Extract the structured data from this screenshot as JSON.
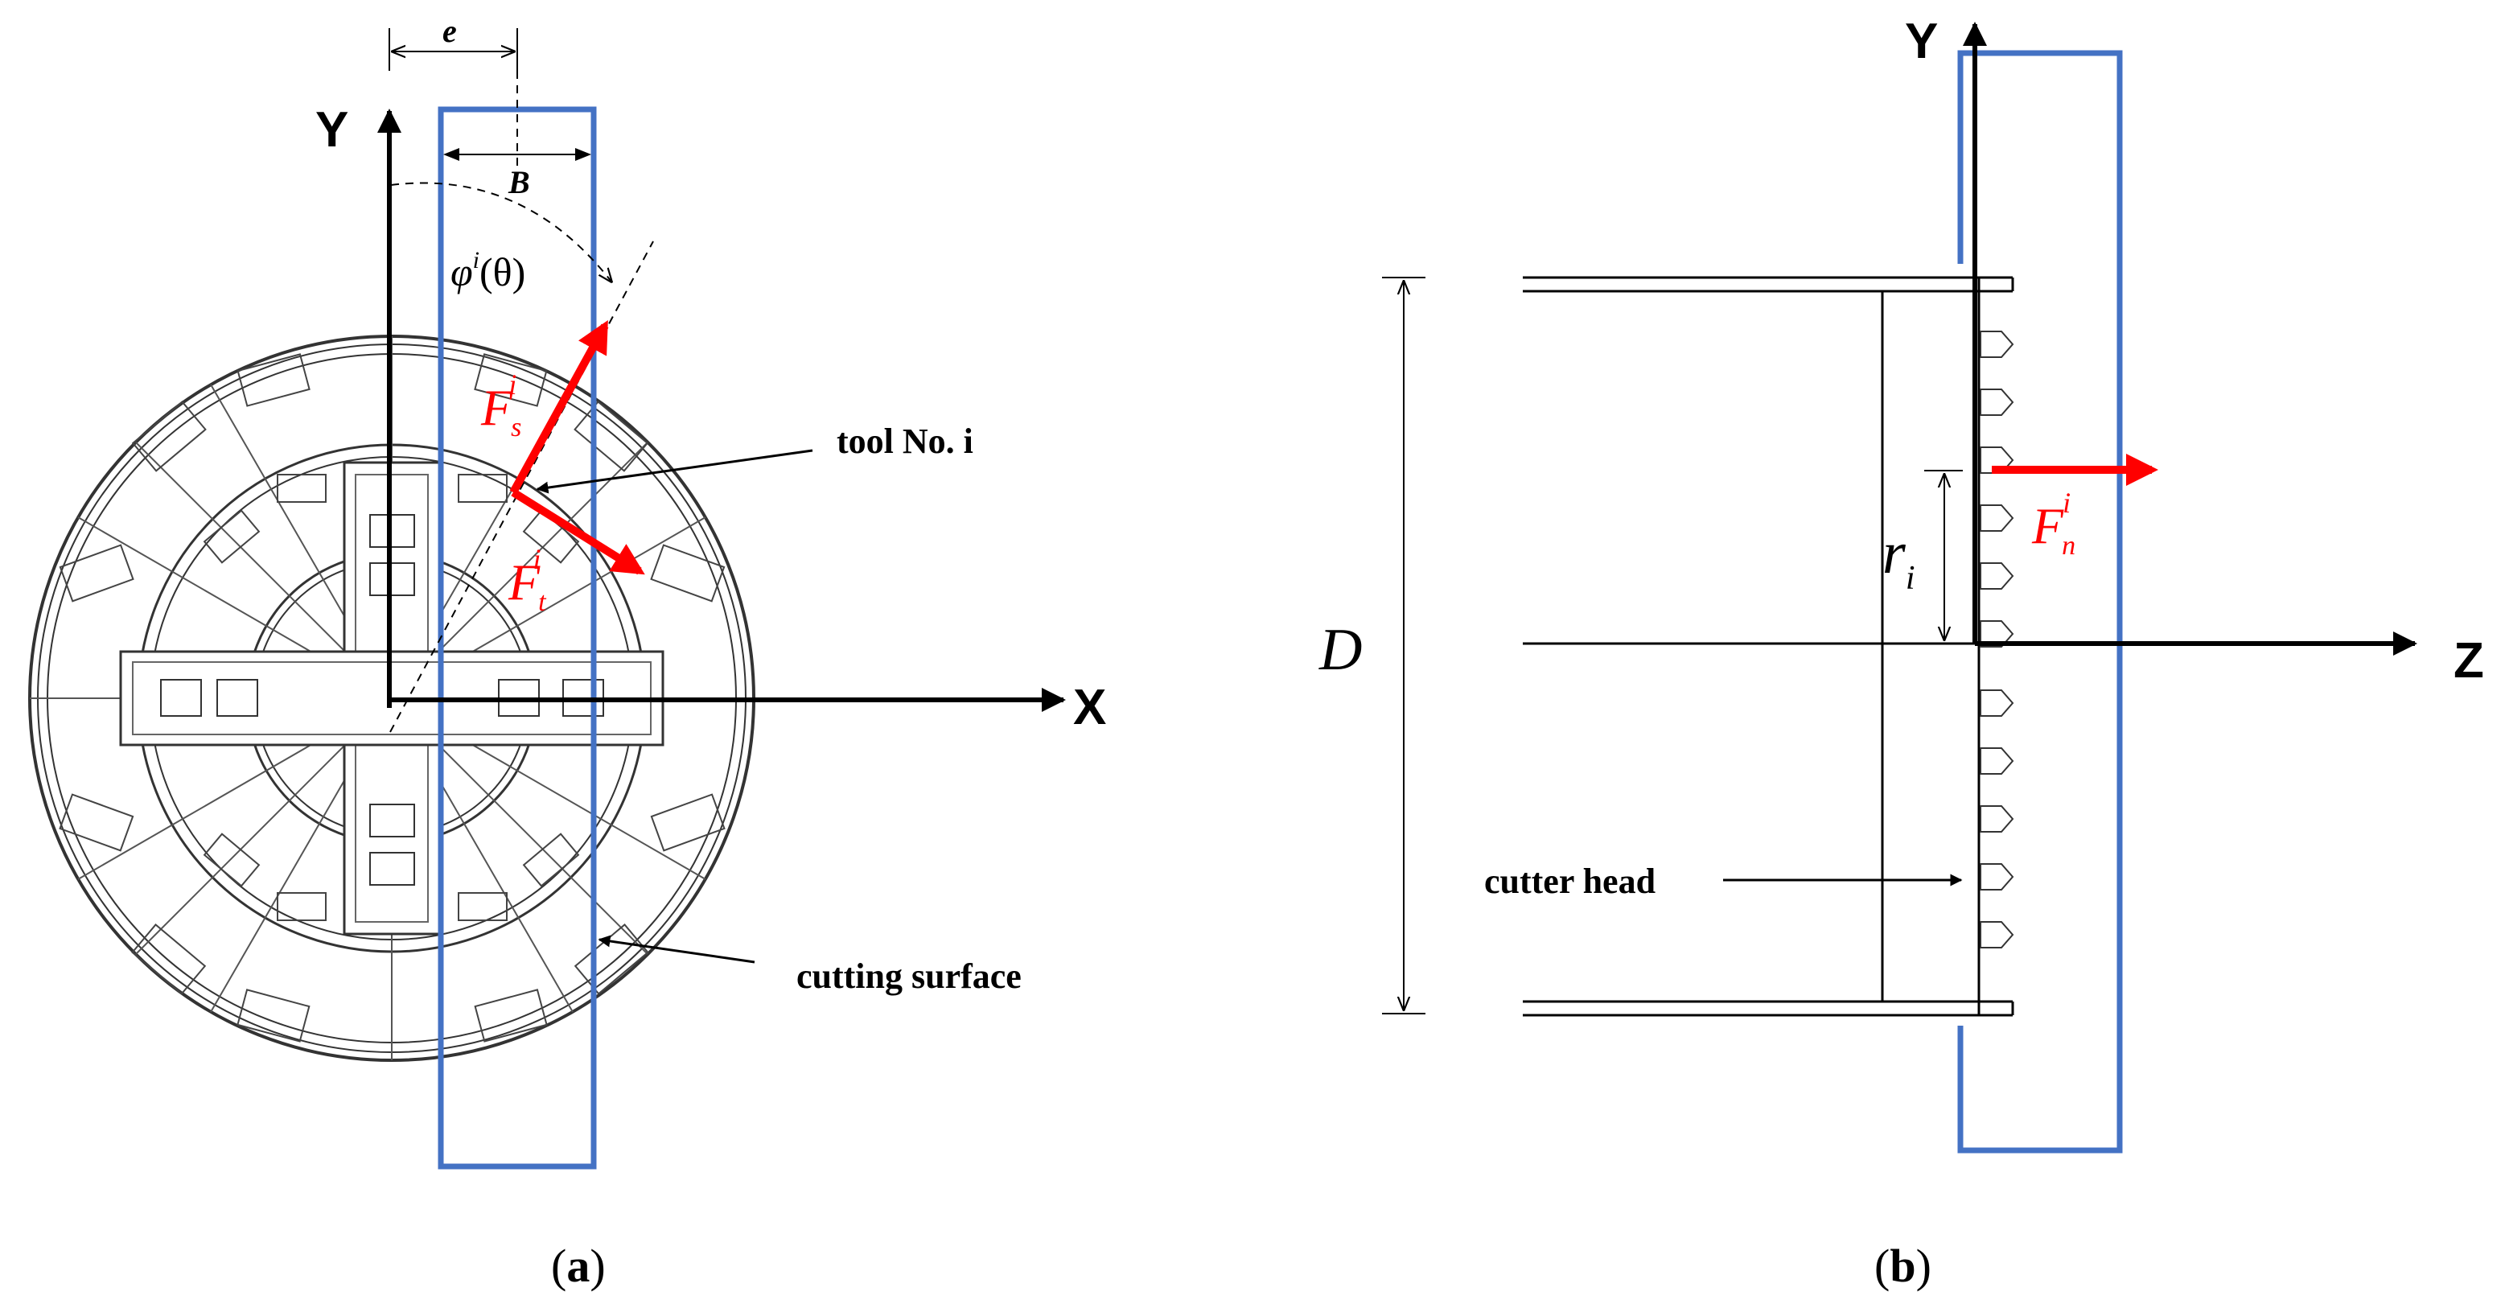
{
  "panel_a": {
    "axis_y": "Y",
    "axis_x": "X",
    "dim_e": "e",
    "dim_b": "B",
    "angle_label": {
      "base": "φ",
      "sup": "i",
      "arg": "(θ)"
    },
    "force_s": {
      "base": "F",
      "sub": "s",
      "sup": "i"
    },
    "force_t": {
      "base": "F",
      "sub": "t",
      "sup": "i"
    },
    "label_tool": "tool No. i",
    "label_surface": "cutting surface",
    "caption": {
      "open": "(",
      "letter": "a",
      "close": ")"
    }
  },
  "panel_b": {
    "axis_y": "Y",
    "axis_z": "Z",
    "dim_d": "D",
    "radius_label": {
      "base": "r",
      "sub": "i"
    },
    "force_n": {
      "base": "F",
      "sub": "n",
      "sup": "i"
    },
    "label_cutter": "cutter head",
    "caption": {
      "open": "(",
      "letter": "b",
      "close": ")"
    }
  },
  "colors": {
    "cutting_band": "#4472c4",
    "force_arrow": "#ff0000",
    "line": "#000000"
  }
}
